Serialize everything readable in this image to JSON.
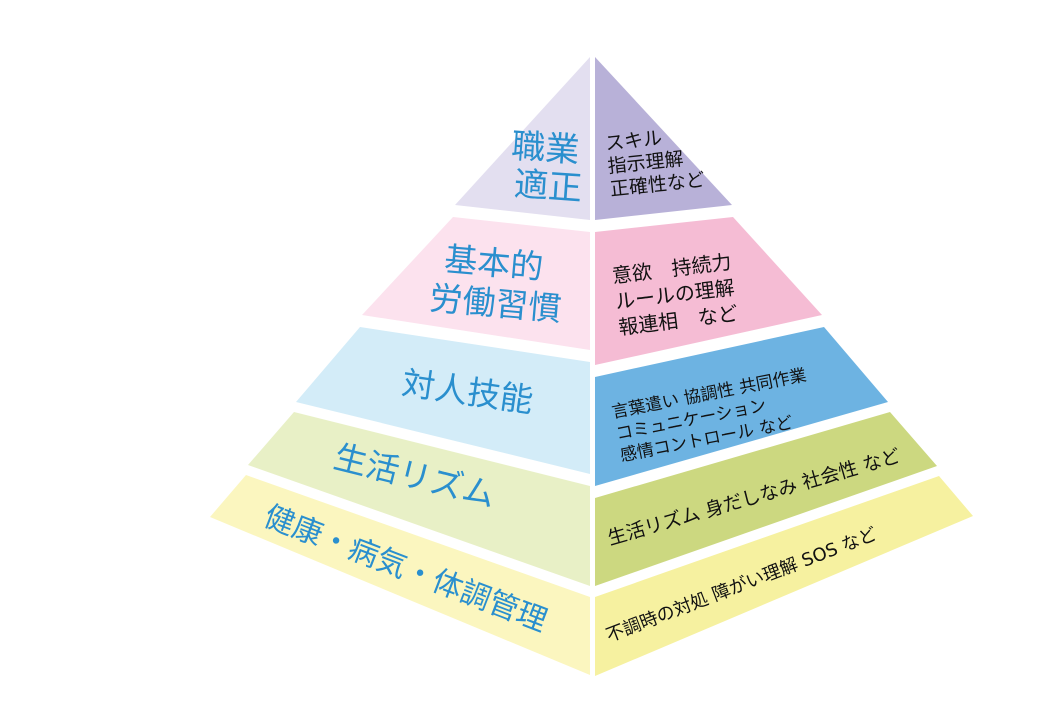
{
  "pyramid": {
    "tiers": [
      {
        "left_lines": [
          "職業",
          "適正"
        ],
        "right_lines": [
          "スキル",
          "指示理解",
          "正確性など"
        ],
        "left_color": "#e3dff0",
        "right_color": "#b8b1d8"
      },
      {
        "left_lines": [
          "基本的",
          "労働習慣"
        ],
        "right_lines": [
          "意欲　持続力",
          "ルールの理解",
          "報連相　など"
        ],
        "left_color": "#fce2ee",
        "right_color": "#f5bcd4"
      },
      {
        "left_lines": [
          "対人技能"
        ],
        "right_lines": [
          "言葉遣い 協調性 共同作業",
          "コミュニケーション",
          "感情コントロール など"
        ],
        "left_color": "#d3ecf8",
        "right_color": "#6db3e2"
      },
      {
        "left_lines": [
          "生活リズム"
        ],
        "right_lines": [
          "生活リズム 身だしなみ 社会性 など"
        ],
        "left_color": "#e8f0c6",
        "right_color": "#ccd880"
      },
      {
        "left_lines": [
          "健康・病気・体調管理"
        ],
        "right_lines": [
          "不調時の対処 障がい理解 SOS など"
        ],
        "left_color": "#fbf6bf",
        "right_color": "#f6f1a0"
      }
    ]
  }
}
